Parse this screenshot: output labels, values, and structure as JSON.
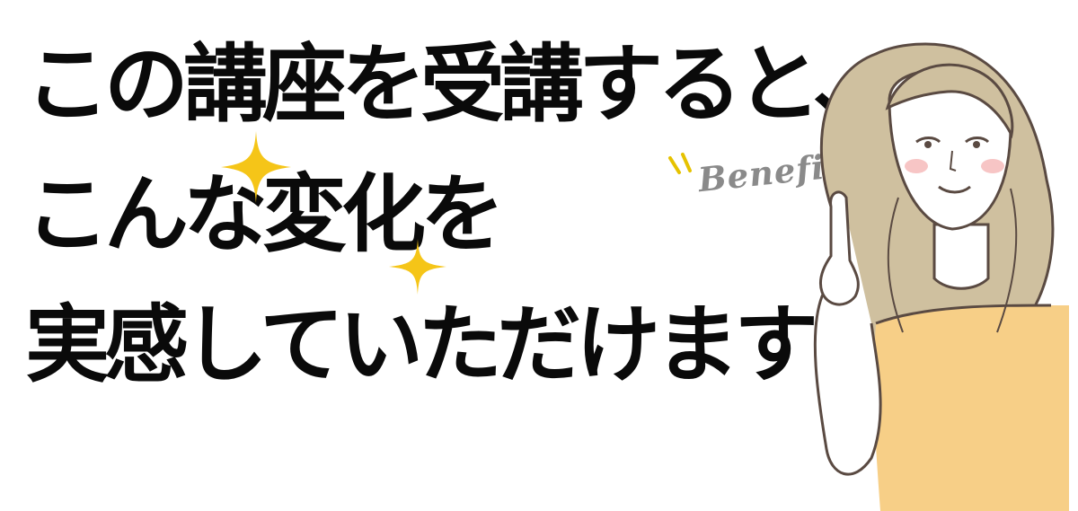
{
  "headline": {
    "line1": "この講座を受講すると、",
    "line2": "こんな変化を",
    "line3": "実感していただけます！"
  },
  "badge": {
    "text": "Benefit"
  },
  "colors": {
    "text": "#0a0a0a",
    "sparkle": "#f5c518",
    "badge_text": "#8a8a8a",
    "accent_yellow": "#e6c200",
    "shirt": "#f7cf87",
    "hair": "#c9b893",
    "line": "#5a4a42"
  },
  "icons": [
    "sparkle-icon",
    "woman-illustration"
  ]
}
